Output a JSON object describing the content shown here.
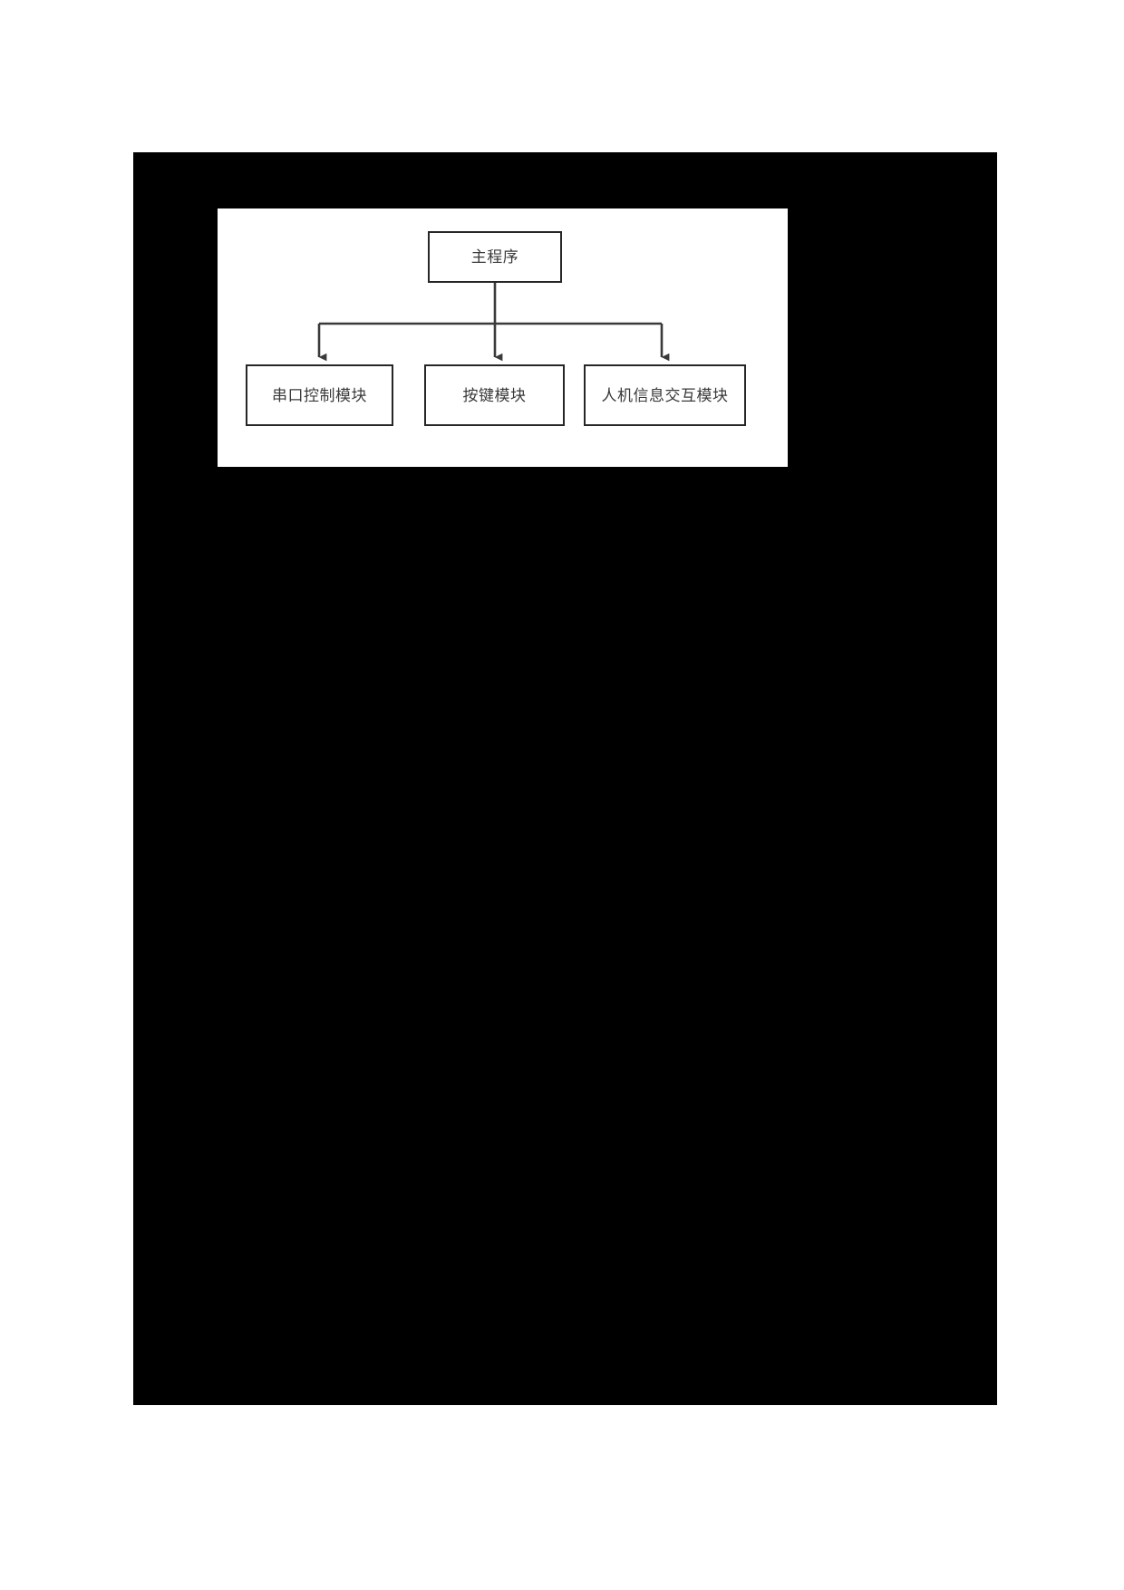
{
  "page": {
    "background_color": "#ffffff",
    "region_color": "#000000"
  },
  "diagram": {
    "type": "block-hierarchy",
    "panel_background": "#ffffff",
    "line_color": "#3a3a3a",
    "box_border_color": "#262626",
    "text_color": "#3a3a3a",
    "root": {
      "label": "主程序"
    },
    "children": [
      {
        "label": "串口控制模块"
      },
      {
        "label": "按键模块"
      },
      {
        "label": "人机信息交互模块"
      }
    ],
    "connectors": {
      "style": "orthogonal-bus-with-arrows",
      "arrow_count": 3
    }
  }
}
